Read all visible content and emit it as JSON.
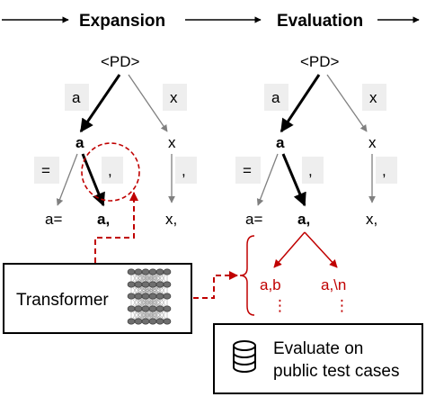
{
  "headers": {
    "expansion": "Expansion",
    "evaluation": "Evaluation"
  },
  "left_tree": {
    "root": "<PD>",
    "edge_label_left": "a",
    "edge_label_right": "x",
    "node_a": "a",
    "node_x": "x",
    "edge_label_eq": "=",
    "edge_label_comma": ",",
    "edge_label_comma_right": ",",
    "leaf_a_eq": "a=",
    "leaf_a_comma": "a,",
    "leaf_x_comma": "x,"
  },
  "right_tree": {
    "root": "<PD>",
    "edge_label_left": "a",
    "edge_label_right": "x",
    "node_a": "a",
    "node_x": "x",
    "edge_label_eq": "=",
    "edge_label_comma": ",",
    "edge_label_comma_right": ",",
    "leaf_a_eq": "a=",
    "leaf_a_comma": "a,",
    "leaf_x_comma": "x,",
    "rollout_left": "a,b",
    "rollout_right": "a,\\n",
    "rollout_ellipsis": "⋮"
  },
  "transformer": {
    "label": "Transformer",
    "icon": "neural-network-icon"
  },
  "evaluate_box": {
    "line1": "Evaluate on",
    "line2": "public test cases",
    "icon": "database-icon"
  },
  "colors": {
    "highlight_red": "#c00000",
    "edge_gray": "#808080",
    "label_bg": "#eeeeee"
  }
}
